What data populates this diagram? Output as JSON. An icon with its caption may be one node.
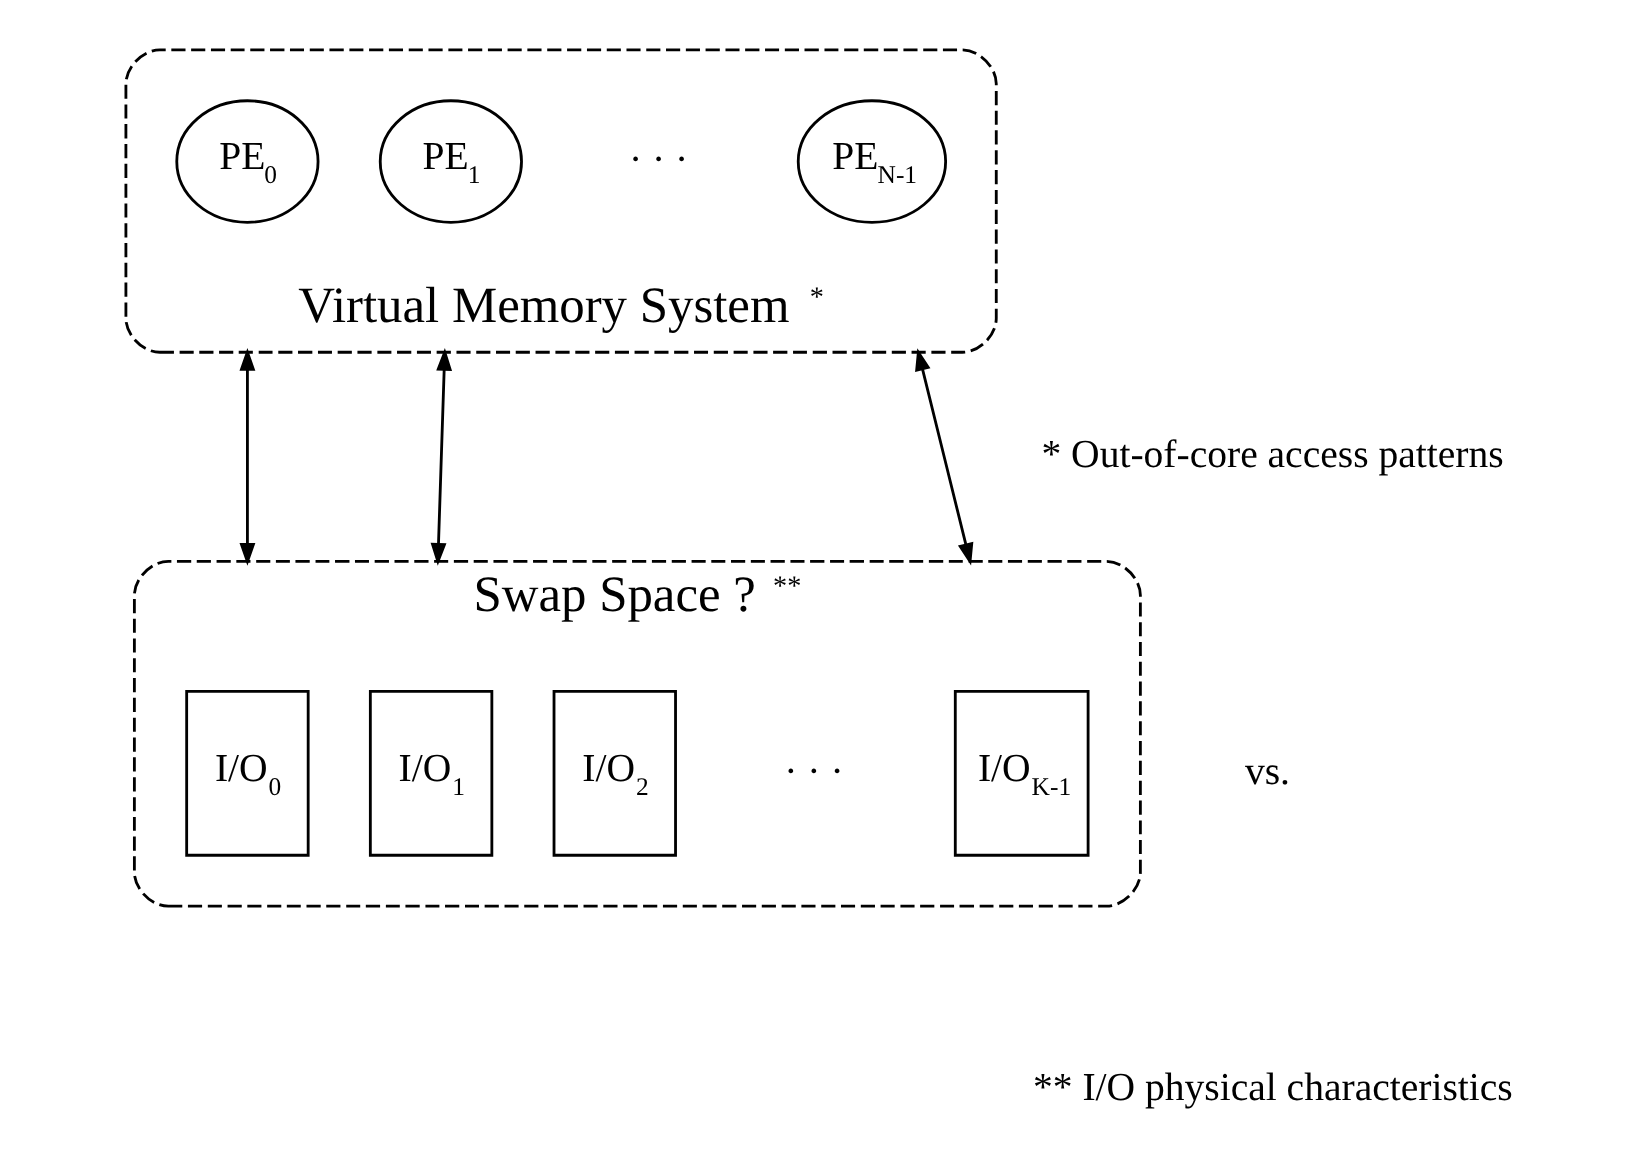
{
  "diagram": {
    "nodes": [
      {
        "text": [
          "Virtual Memory System $^{*}$"
        ]
      },
      {
        "text": [
          "PE$_{0}$"
        ],
        "in": 0
      },
      {
        "text": [
          "PE$_{1}$"
        ],
        "in": 0
      },
      {
        "text": [
          "PE$_{N-1}$"
        ],
        "in": 0
      },
      {
        "text": [
          "Swap Space ? $^{**}$"
        ]
      },
      {
        "text": [
          "I/O$_{0}$"
        ],
        "in": 4
      },
      {
        "text": [
          "I/O$_{1}$"
        ],
        "in": 4
      },
      {
        "text": [
          "I/O$_{2}$"
        ],
        "in": 4
      },
      {
        "text": [
          "I/O$_{K-1}$"
        ],
        "in": 4
      }
    ],
    "edges": [
      {
        "from": 0,
        "to": 4,
        "arrow": "both"
      },
      {
        "from": 0,
        "to": 4,
        "arrow": "both"
      },
      {
        "from": 0,
        "to": 4,
        "arrow": "both"
      }
    ],
    "labels": [
      "· · ·",
      "· · ·",
      "* Out-of-core access patterns",
      "vs.",
      "** I/O physical characteristics"
    ]
  }
}
